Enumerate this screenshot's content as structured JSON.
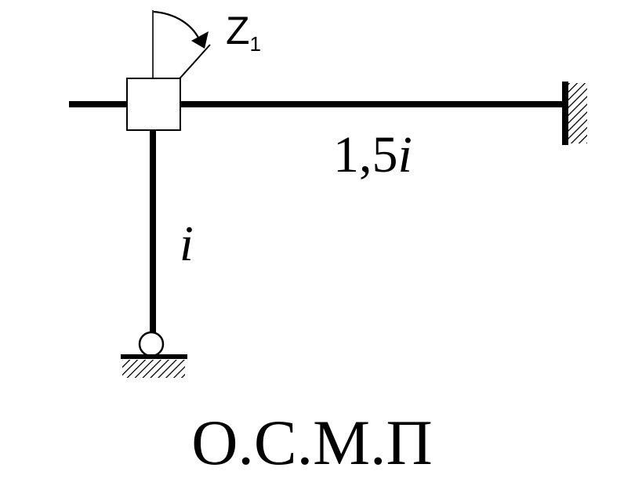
{
  "diagram": {
    "unknown_label": "Z",
    "unknown_subscript": "1",
    "beam_stiffness_coefficient": "1,5",
    "beam_stiffness_symbol": "i",
    "column_stiffness": "i",
    "caption": "О.С.М.П"
  },
  "colors": {
    "line": "#000000",
    "background": "#ffffff"
  }
}
